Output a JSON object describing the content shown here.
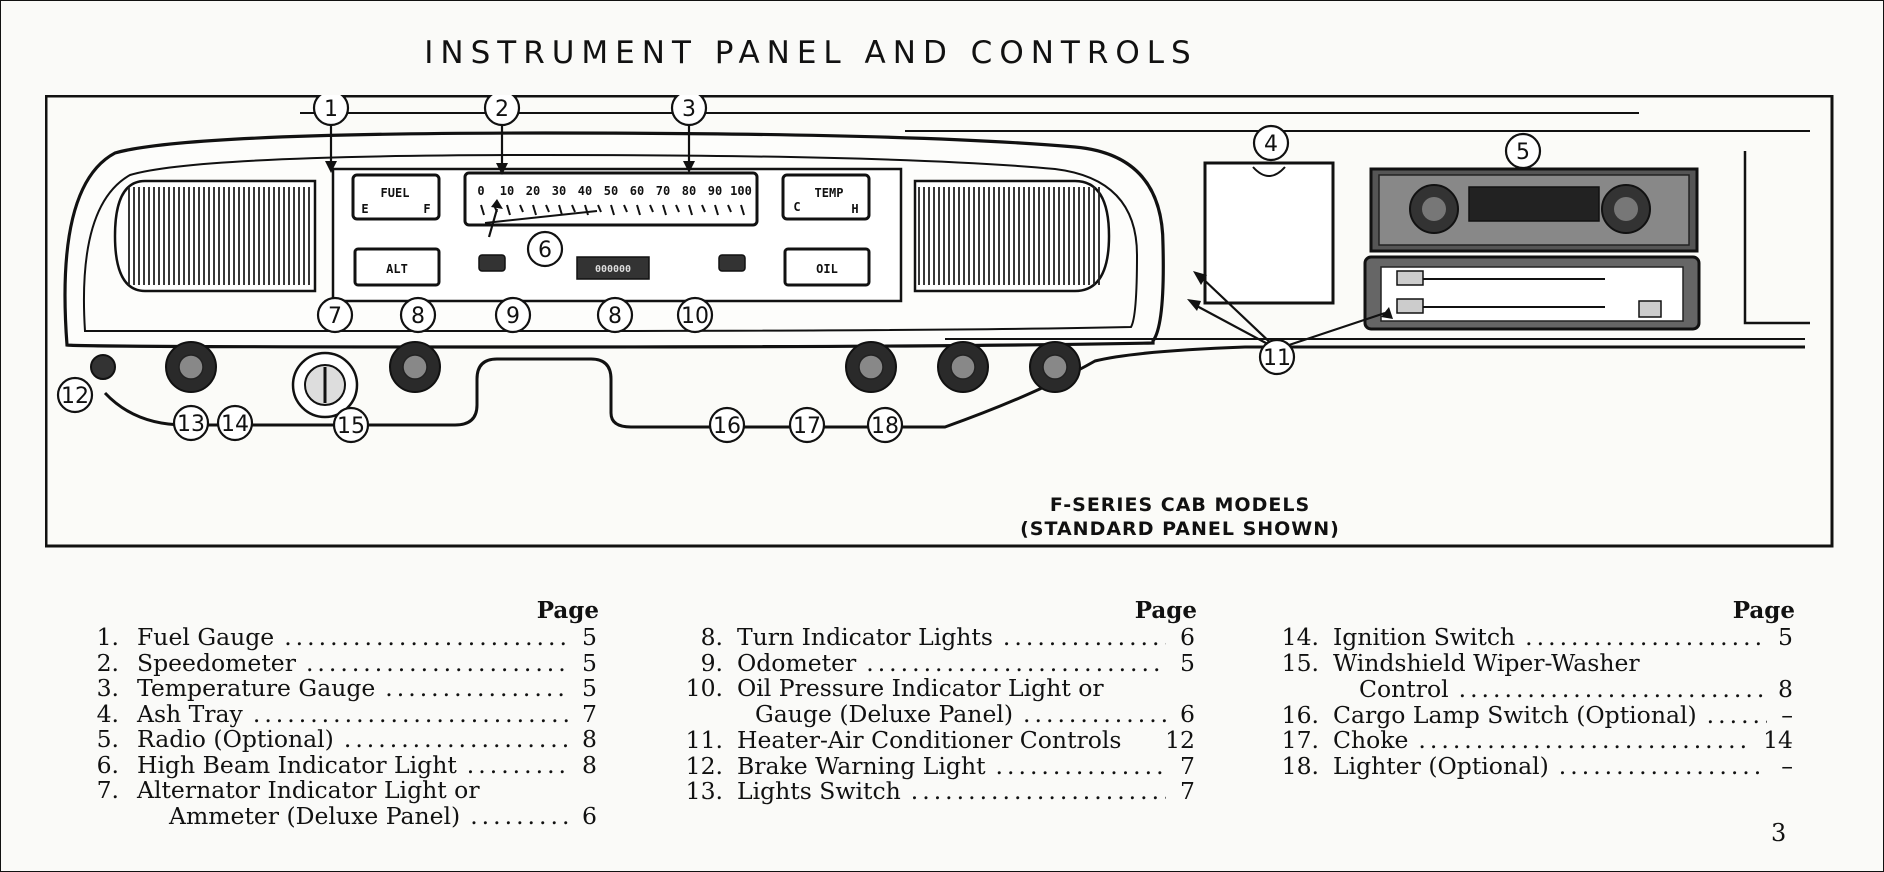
{
  "title": "INSTRUMENT PANEL AND CONTROLS",
  "diagram": {
    "caption_line1": "F-SERIES CAB MODELS",
    "caption_line2": "(STANDARD PANEL SHOWN)",
    "gauges": {
      "fuel_label": "FUEL",
      "fuel_empty": "E",
      "fuel_full": "F",
      "temp_label": "TEMP",
      "temp_cold": "C",
      "temp_hot": "H",
      "alt_label": "ALT",
      "oil_label": "OIL",
      "odometer": "000000"
    },
    "speedometer_ticks": [
      "0",
      "10",
      "20",
      "30",
      "40",
      "50",
      "60",
      "70",
      "80",
      "90",
      "100"
    ],
    "callouts": [
      "1",
      "2",
      "3",
      "4",
      "5",
      "6",
      "7",
      "8",
      "9",
      "8",
      "10",
      "11",
      "12",
      "13",
      "14",
      "15",
      "16",
      "17",
      "18"
    ]
  },
  "legend": {
    "page_header": "Page",
    "columns": [
      [
        {
          "num": "1.",
          "label": "Fuel Gauge",
          "page": "5"
        },
        {
          "num": "2.",
          "label": "Speedometer",
          "page": "5"
        },
        {
          "num": "3.",
          "label": "Temperature Gauge",
          "page": "5"
        },
        {
          "num": "4.",
          "label": "Ash Tray",
          "page": "7"
        },
        {
          "num": "5.",
          "label": "Radio (Optional)",
          "page": "8"
        },
        {
          "num": "6.",
          "label": "High Beam Indicator Light",
          "page": "8"
        },
        {
          "num": "7.",
          "label": "Alternator Indicator Light or",
          "label2": "Ammeter (Deluxe Panel)",
          "page": "6"
        }
      ],
      [
        {
          "num": "8.",
          "label": "Turn Indicator Lights",
          "page": "6"
        },
        {
          "num": "9.",
          "label": "Odometer",
          "page": "5"
        },
        {
          "num": "10.",
          "label": "Oil Pressure Indicator Light or",
          "label2": "Gauge (Deluxe Panel)",
          "page": "6"
        },
        {
          "num": "11.",
          "label": "Heater-Air Conditioner Controls",
          "page": "12"
        },
        {
          "num": "12.",
          "label": "Brake Warning Light",
          "page": "7"
        },
        {
          "num": "13.",
          "label": "Lights Switch",
          "page": "7"
        }
      ],
      [
        {
          "num": "14.",
          "label": "Ignition Switch",
          "page": "5"
        },
        {
          "num": "15.",
          "label": "Windshield Wiper-Washer",
          "label2": "Control",
          "page": "8"
        },
        {
          "num": "16.",
          "label": "Cargo Lamp Switch (Optional)",
          "page": "–"
        },
        {
          "num": "17.",
          "label": "Choke",
          "page": "14"
        },
        {
          "num": "18.",
          "label": "Lighter (Optional)",
          "page": "–"
        }
      ]
    ]
  },
  "page_number": "3"
}
